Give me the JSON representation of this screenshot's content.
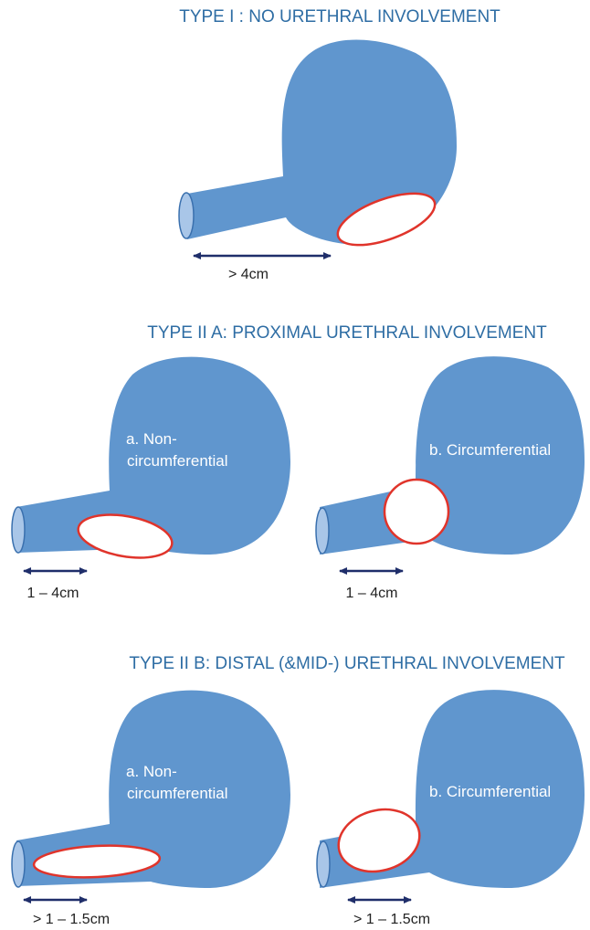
{
  "headings": {
    "type1": "TYPE I : NO URETHRAL INVOLVEMENT",
    "type2a": "TYPE II A: PROXIMAL URETHRAL INVOLVEMENT",
    "type2b": "TYPE II B: DISTAL (&MID-) URETHRAL INVOLVEMENT"
  },
  "labels": {
    "non_circ_line1": "a. Non-",
    "non_circ_line2": "circumferential",
    "circ": "b. Circumferential"
  },
  "measurements": {
    "type1": "> 4cm",
    "type2a_a": "1 – 4cm",
    "type2a_b": "1 – 4cm",
    "type2b_a": "> 1 – 1.5cm",
    "type2b_b": "> 1 – 1.5cm"
  },
  "colors": {
    "heading": "#2E6DA4",
    "bladder": "#6096CE",
    "urethral_opening": "#A9C6E8",
    "defect_outline": "#E0342B",
    "arrow": "#1F2E6A"
  }
}
